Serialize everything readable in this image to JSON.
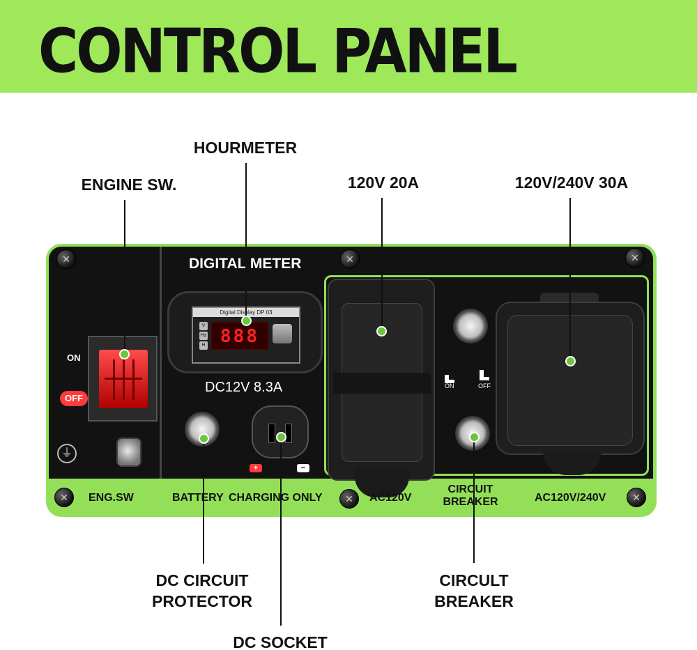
{
  "banner": {
    "title": "CONTROL PANEL"
  },
  "callouts": {
    "engine_switch": "ENGINE SW.",
    "hourmeter": "HOURMETER",
    "outlet_120v": "120V 20A",
    "outlet_240v": "120V/240V 30A",
    "dc_circuit_protector": [
      "DC CIRCUIT",
      "PROTECTOR"
    ],
    "dc_socket": "DC SOCKET",
    "circuit_breaker": [
      "CIRCULT",
      "BREAKER"
    ]
  },
  "panel": {
    "digital_meter_label": "DIGITAL METER",
    "meter_strip": "Digital Display DP 03",
    "meter_reading": "888",
    "meter_units": [
      "V",
      "Hz",
      "H"
    ],
    "dc_rating": "DC12V 8.3A",
    "switch_on": "ON",
    "switch_off": "OFF",
    "ground_symbol": "⏚",
    "polarity_plus": "+",
    "polarity_minus": "−",
    "breaker_on": "ON",
    "breaker_off": "OFF",
    "bottom_labels": {
      "eng_sw": "ENG.SW",
      "battery": "BATTERY",
      "charging_only": "CHARGING ONLY",
      "ac120v": "AC120V",
      "circuit_breaker": [
        "CIRCUIT",
        "BREAKER"
      ],
      "ac120_240v": "AC120V/240V"
    }
  },
  "colors": {
    "accent_green": "#9ee85a",
    "panel_green": "#93e058",
    "marker_green": "#6cc63d",
    "switch_red": "#ff3b3b",
    "lcd_red": "#ff2020",
    "panel_black": "#121212"
  }
}
